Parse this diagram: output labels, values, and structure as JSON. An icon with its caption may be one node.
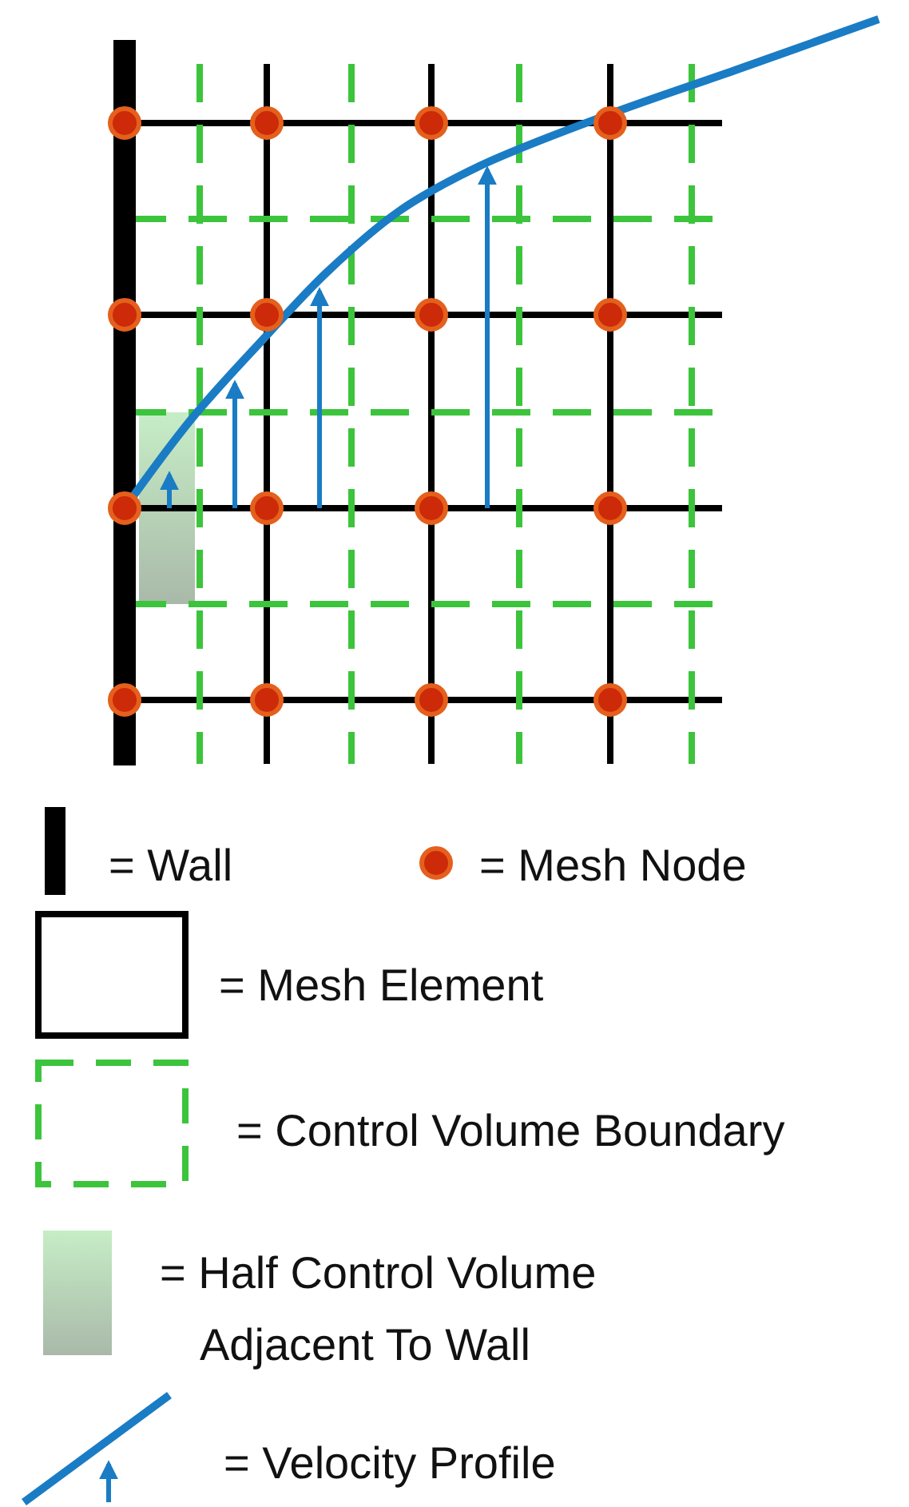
{
  "diagram": {
    "legend": [
      {
        "text": "= Wall"
      },
      {
        "text": "= Mesh Node"
      },
      {
        "text": "= Mesh Element"
      },
      {
        "text": "= Control Volume Boundary"
      },
      {
        "text": "= Half Control Volume Adjacent To Wall"
      },
      {
        "text": "= Velocity Profile"
      }
    ]
  }
}
